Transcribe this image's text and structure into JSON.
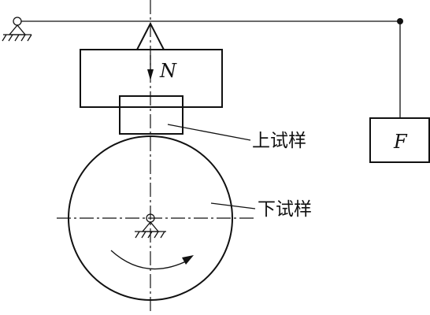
{
  "labels": {
    "load_symbol": "N",
    "force_symbol": "F",
    "upper_specimen": "上试样",
    "lower_specimen": "下试样"
  }
}
